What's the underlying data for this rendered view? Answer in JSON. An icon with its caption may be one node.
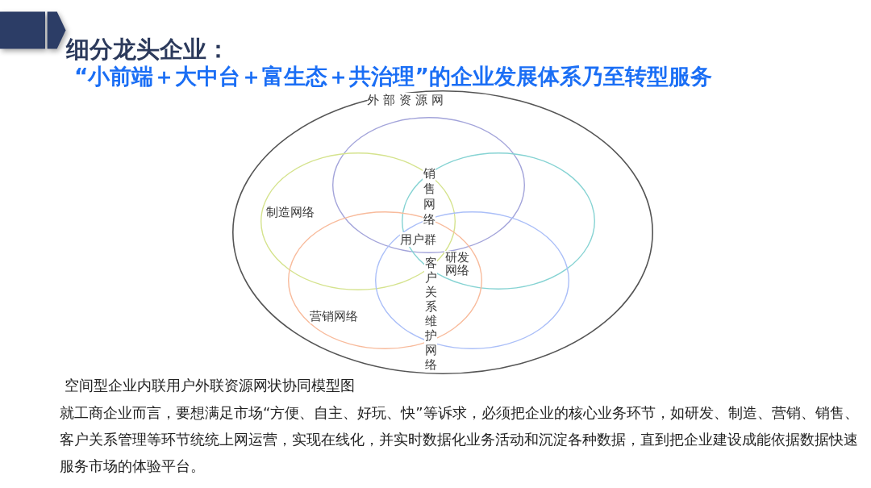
{
  "diagram": {
    "title": "细分龙头企业：",
    "caption": "空间型企业内联用户外联资源网状协同模型图",
    "nodes": [
      {
        "text": [
          "外部资源网"
        ]
      },
      {
        "text": [
          "销售网络"
        ],
        "in": 0
      },
      {
        "text": [
          "制造网络"
        ],
        "in": 0
      },
      {
        "text": [
          "研发网络"
        ],
        "in": 0
      },
      {
        "text": [
          "营销网络"
        ],
        "in": 0
      },
      {
        "text": [
          "客户关系维护网络"
        ],
        "in": 0
      }
    ],
    "labels": [
      "“小前端＋大中台＋富生态＋共治理”的企业发展体系乃至转型服务",
      "用户群",
      "就工商企业而言，要想满足市场“方便、自主、好玩、快”等诉求，必须把企业的核心业务环节，如研发、制造、营销、销售、客户关系管理等环节统统上网运营，实现在线化，并实时数据化业务活动和沉淀各种数据，直到把企业建设成能依据数据快速服务市场的体验平台。"
    ]
  }
}
